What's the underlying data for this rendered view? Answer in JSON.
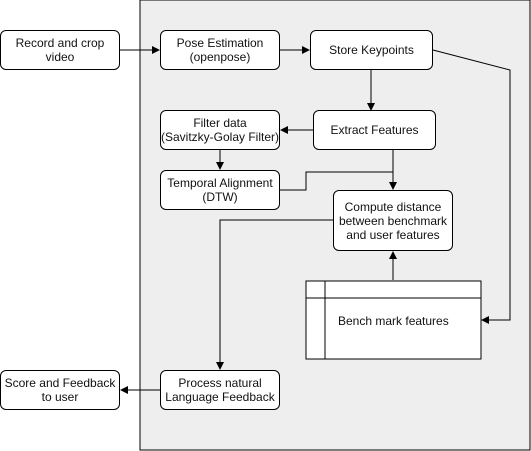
{
  "diagram": {
    "colors": {
      "stroke": "#000000",
      "container_fill": "#eeeeee",
      "box_fill": "#ffffff",
      "text": "#111111"
    },
    "nodes": {
      "record": "Record and crop\nvideo",
      "pose": "Pose Estimation\n(openpose)",
      "store": "Store Keypoints",
      "filter": "Filter data\n(Savitzky-Golay Filter)",
      "extract": "Extract Features",
      "temporal": "Temporal Alignment\n(DTW)",
      "compute": "Compute distance\nbetween benchmark\nand user features",
      "benchmark": "Bench mark features",
      "process": "Process natural\nLanguage Feedback",
      "score": "Score and Feedback\nto user"
    }
  }
}
